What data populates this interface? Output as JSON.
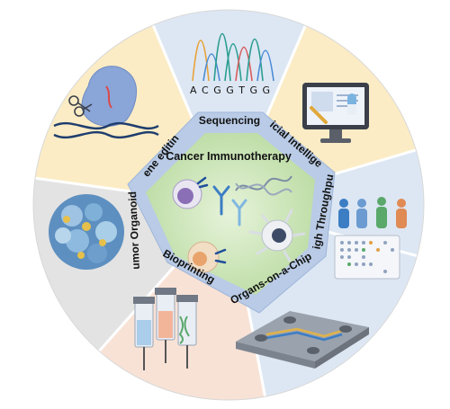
{
  "center": {
    "title": "Cancer Immunotherapy"
  },
  "ring_labels": {
    "sequencing": "Sequencing",
    "artificial_intelligence": "Artificial Intelligence",
    "high_throughput": "High Throughput",
    "organs_on_a_chip": "Organs-on-a-Chip",
    "bioprinting": "Bioprinting",
    "tumor_organoids": "Tumor Organoids",
    "gene_editing": "Gene editing"
  },
  "sequencing_panel": {
    "bases": "A C G G T G G"
  },
  "colors": {
    "sector_yellow": "#fbecc5",
    "sector_blue": "#dde7f4",
    "sector_grey": "#e3e3e3",
    "sector_peach": "#f8e2d6",
    "ring_blue": "#b9cbe6",
    "center_green": "#c9e3b4"
  }
}
